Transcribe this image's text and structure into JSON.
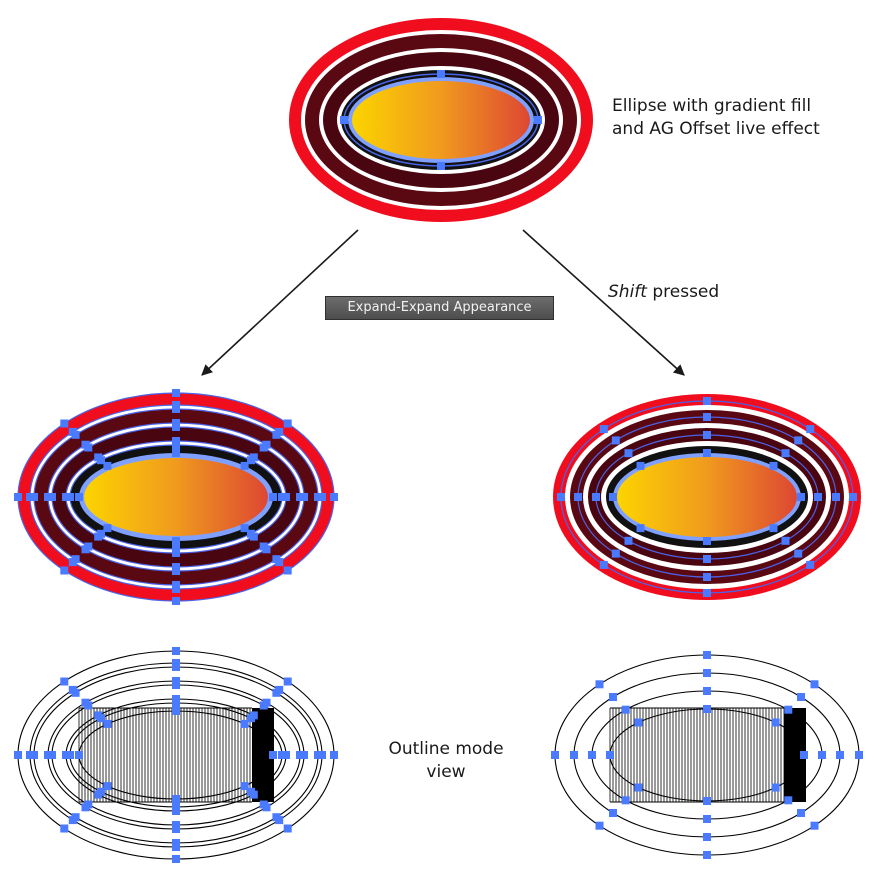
{
  "captions": {
    "top_line1": "Ellipse with gradient fill",
    "top_line2": "and AG Offset live effect",
    "shift_key": "Shift",
    "shift_rest": " pressed",
    "outline_line1": "Outline mode",
    "outline_line2": "view"
  },
  "menu_command": "Expand-Expand Appearance",
  "colors": {
    "outer_ring": "#f00d1e",
    "dark_ring": "#5a0812",
    "gradient_start": "#fcd400",
    "gradient_mid": "#f09a1e",
    "gradient_end": "#dd4733",
    "anchor_blue": "#4a7aff",
    "path_blue": "#4a63e8",
    "outline_black": "#000000"
  },
  "icons": [
    "arrow-left-down-icon",
    "arrow-right-down-icon",
    "anchor-point-icon"
  ]
}
